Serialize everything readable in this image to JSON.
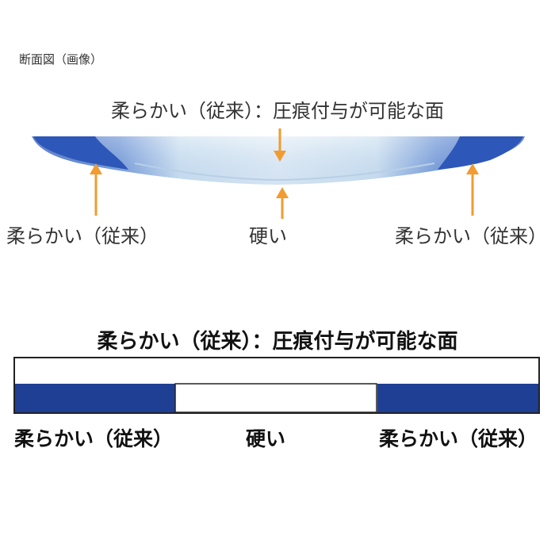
{
  "caption": "断面図（画像）",
  "photo": {
    "title": "柔らかい（従来）：圧痕付与が可能な面",
    "label_left": "柔らかい（従来）",
    "label_center": "硬い",
    "label_right": "柔らかい（従来）",
    "colors": {
      "soft": "#2d57b8",
      "hard": "#d6e6f2",
      "arrow": "#f29b30"
    }
  },
  "schematic": {
    "title": "柔らかい（従来）：圧痕付与が可能な面",
    "label_left": "柔らかい（従来）",
    "label_center": "硬い",
    "label_right": "柔らかい（従来）",
    "colors": {
      "soft": "#1f3f94",
      "hard": "#ffffff",
      "outline": "#222222"
    }
  }
}
